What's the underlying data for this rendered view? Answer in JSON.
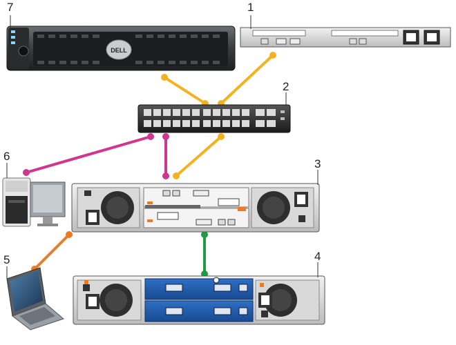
{
  "callouts": {
    "c1": "1",
    "c2": "2",
    "c3": "3",
    "c4": "4",
    "c5": "5",
    "c6": "6",
    "c7": "7"
  },
  "devices": {
    "server_logo": "DELL"
  },
  "cables": {
    "yellow": "#f5b21f",
    "magenta": "#d0358f",
    "green": "#1f9a45",
    "orange": "#f07a1f"
  },
  "icons": [
    "server-icon",
    "controller-icon",
    "network-switch-icon",
    "storage-array-icon",
    "expansion-enclosure-icon",
    "laptop-icon",
    "workstation-icon"
  ]
}
